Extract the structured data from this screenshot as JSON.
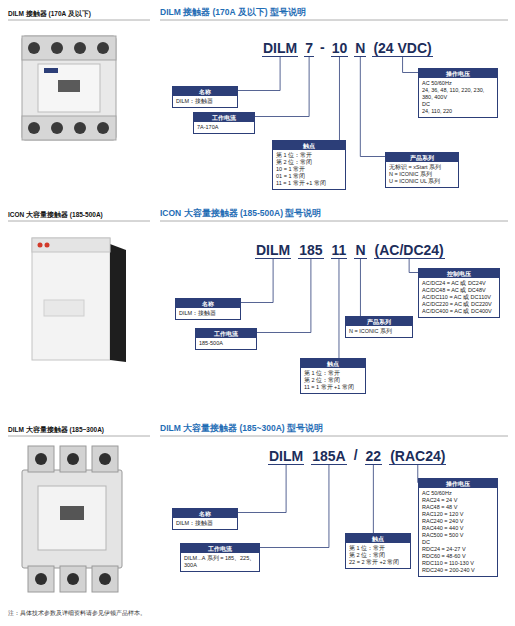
{
  "diagram": {
    "nodes": [
      {
        "text": [
          "DILM"
        ]
      },
      {
        "text": [
          "7"
        ]
      },
      {
        "text": [
          "10"
        ]
      },
      {
        "text": [
          "N"
        ]
      },
      {
        "text": [
          "(24 VDC)"
        ]
      },
      {
        "text": [
          "名称",
          "DILM：接触器"
        ]
      },
      {
        "text": [
          "工作电流",
          "7A-170A"
        ]
      },
      {
        "text": [
          "触点",
          "第 1 位：常开",
          "第 2 位：常闭",
          "10 = 1 常开",
          "01 = 1 常闭",
          "11 = 1 常开 +1 常闭"
        ]
      },
      {
        "text": [
          "产品系列",
          "无标识 = xStart 系列",
          "N = ICONIC 系列",
          "U = ICONIC UL 系列"
        ]
      },
      {
        "text": [
          "操作电压",
          "AC 50/60Hz",
          "24, 36, 48, 110, 220, 230, 380, 400V",
          "DC",
          "24, 110, 220"
        ]
      },
      {
        "text": [
          "DILM"
        ]
      },
      {
        "text": [
          "185"
        ]
      },
      {
        "text": [
          "11"
        ]
      },
      {
        "text": [
          "N"
        ]
      },
      {
        "text": [
          "(AC/DC24)"
        ]
      },
      {
        "text": [
          "名称",
          "DILM：接触器"
        ]
      },
      {
        "text": [
          "工作电流",
          "185-500A"
        ]
      },
      {
        "text": [
          "触点",
          "第 1 位：常开",
          "第 2 位：常闭",
          "11 = 1 常开 +1 常闭"
        ]
      },
      {
        "text": [
          "产品系列",
          "N = ICONIC 系列"
        ]
      },
      {
        "text": [
          "控制电压",
          "AC/DC24 = AC 或 DC24V",
          "AC/DC48 = AC 或 DC48V",
          "AC/DC110 = AC 或 DC110V",
          "AC/DC220 = AC 或 DC220V",
          "AC/DC400 = AC 或 DC400V"
        ]
      },
      {
        "text": [
          "DILM"
        ]
      },
      {
        "text": [
          "185A"
        ]
      },
      {
        "text": [
          "22"
        ]
      },
      {
        "text": [
          "(RAC24)"
        ]
      },
      {
        "text": [
          "名称",
          "DILM：接触器"
        ]
      },
      {
        "text": [
          "工作电流",
          "DILM...A 系列 = 185、225、300A"
        ]
      },
      {
        "text": [
          "触点",
          "第 1 位：常开",
          "第 2 位：常闭",
          "22 = 2 常开 +2 常闭"
        ]
      },
      {
        "text": [
          "操作电压",
          "AC 50/60Hz",
          "RAC24 = 24 V",
          "RAC48 = 48 V",
          "RAC120 = 120 V",
          "RAC240 = 240 V",
          "RAC440 = 440 V",
          "RAC500 = 500 V",
          "DC",
          "RDC24 = 24-27 V",
          "RDC60 = 48-60 V",
          "RDC110 = 110-130 V",
          "RDC240 = 200-240 V"
        ]
      }
    ],
    "edges": [
      {
        "from": 0,
        "to": 5,
        "arrow": "none"
      },
      {
        "from": 1,
        "to": 6,
        "arrow": "none"
      },
      {
        "from": 2,
        "to": 7,
        "arrow": "none"
      },
      {
        "from": 3,
        "to": 8,
        "arrow": "none"
      },
      {
        "from": 4,
        "to": 9,
        "arrow": "none"
      },
      {
        "from": 10,
        "to": 15,
        "arrow": "none"
      },
      {
        "from": 11,
        "to": 16,
        "arrow": "none"
      },
      {
        "from": 12,
        "to": 17,
        "arrow": "none"
      },
      {
        "from": 13,
        "to": 18,
        "arrow": "none"
      },
      {
        "from": 14,
        "to": 19,
        "arrow": "none"
      },
      {
        "from": 20,
        "to": 24,
        "arrow": "none"
      },
      {
        "from": 21,
        "to": 25,
        "arrow": "none"
      },
      {
        "from": 22,
        "to": 26,
        "arrow": "none"
      },
      {
        "from": 23,
        "to": 27,
        "arrow": "none"
      }
    ],
    "labels": [
      "DILM 接触器 (170A 及以下)",
      "DILM 接触器 (170A 及以下) 型号说明",
      "-",
      "ICON 大容量接触器 (185-500A)",
      "ICON 大容量接触器 (185-500A) 型号说明",
      "DILM 大容量接触器 (185~300A)",
      "DILM 大容量接触器 (185~300A) 型号说明",
      "/",
      "注：具体技术参数及详细资料请参见伊顿产品样本。"
    ]
  }
}
